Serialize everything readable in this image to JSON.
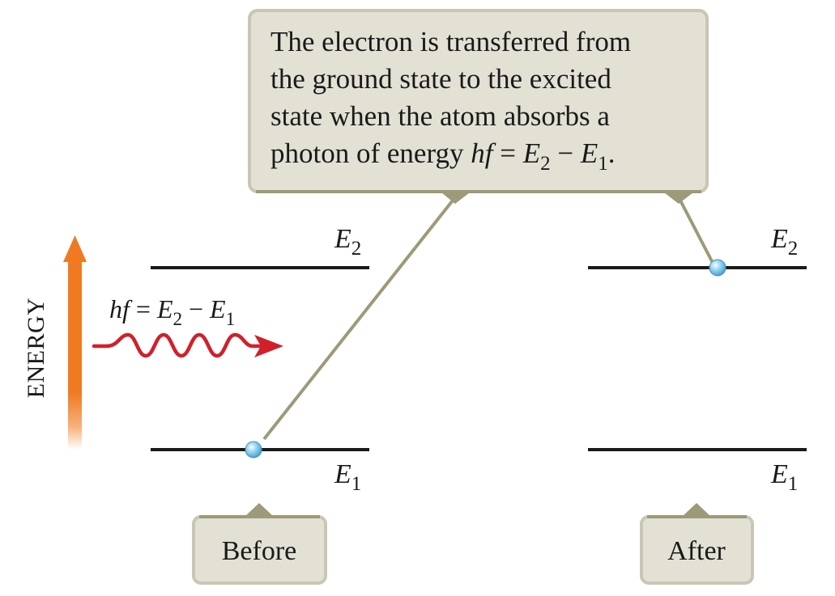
{
  "callout": {
    "line1": "The electron is transferred from",
    "line2": "the ground state to the excited",
    "line3": "state when the atom absorbs a",
    "line4_prefix": "photon of energy ",
    "line4_hf": "hf",
    "line4_eq": " = ",
    "line4_E2": "E",
    "line4_E2_sub": "2",
    "line4_minus": " − ",
    "line4_E1": "E",
    "line4_E1_sub": "1",
    "line4_end": "."
  },
  "axis": {
    "label": "ENERGY"
  },
  "photon": {
    "hf": "hf",
    "eq": " = ",
    "E2": "E",
    "E2_sub": "2",
    "minus": " − ",
    "E1": "E",
    "E1_sub": "1"
  },
  "levels": {
    "before_upper": {
      "letter": "E",
      "sub": "2"
    },
    "before_lower": {
      "letter": "E",
      "sub": "1"
    },
    "after_upper": {
      "letter": "E",
      "sub": "2"
    },
    "after_lower": {
      "letter": "E",
      "sub": "1"
    }
  },
  "tags": {
    "before": "Before",
    "after": "After"
  },
  "colors": {
    "callout_fill": "#e3e1d4",
    "callout_border": "#c9c6b4",
    "pointer_line": "#9c9a78",
    "level_line": "#1a1a1a",
    "energy_arrow": "#f07a22",
    "photon_wave": "#d1202a",
    "electron": "#7ec8ea"
  }
}
